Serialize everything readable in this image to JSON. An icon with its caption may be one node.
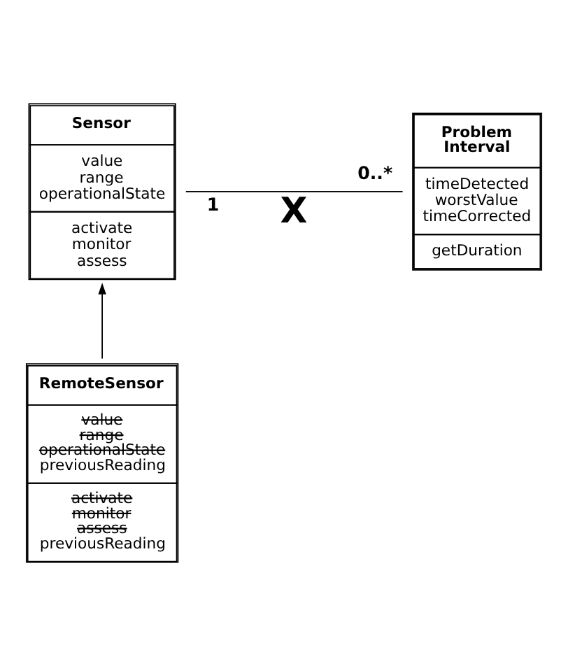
{
  "diagram": {
    "nodes": [
      {
        "text": [
          "Sensor",
          "value range operationalState",
          "activate monitor assess"
        ]
      },
      {
        "text": [
          "Problem Interval",
          "timeDetected worstValue timeCorrected",
          "getDuration"
        ]
      },
      {
        "text": [
          "RemoteSensor",
          "value range operationalState previousReading",
          "activate monitor assess previousReading"
        ]
      }
    ],
    "edges": [
      {
        "from": 0,
        "to": 1,
        "arrow": "none",
        "label": "X"
      },
      {
        "from": 2,
        "to": 0,
        "arrow": "to"
      }
    ],
    "labels": [
      "1",
      "0..*"
    ]
  }
}
